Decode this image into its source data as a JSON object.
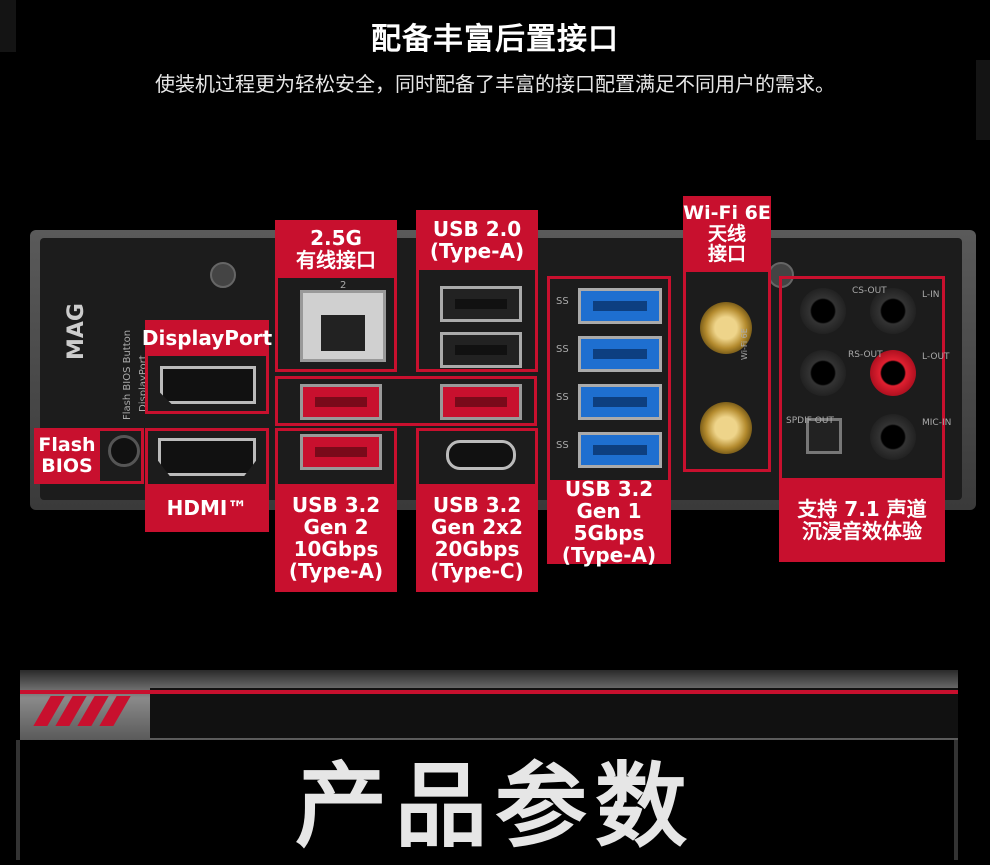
{
  "header": {
    "title": "配备丰富后置接口",
    "subtitle": "使装机过程更为轻松安全，同时配备了丰富的接口配置满足不同用户的需求。"
  },
  "brand": {
    "logo_text": "MAG",
    "flash_bios_button_text": "Flash BIOS Button",
    "displayport_tiny": "DisplayPort"
  },
  "labels": {
    "displayport": "DisplayPort",
    "flash_bios": [
      "Flash",
      "BIOS"
    ],
    "hdmi": "HDMI™",
    "lan": [
      "2.5G",
      "有线接口"
    ],
    "usb20": [
      "USB 2.0",
      "(Type-A)"
    ],
    "wifi": [
      "Wi-Fi 6E",
      "天线",
      "接口"
    ],
    "usb32_gen2": [
      "USB 3.2",
      "Gen 2",
      "10Gbps",
      "(Type-A)"
    ],
    "usb32_gen2x2": [
      "USB 3.2",
      "Gen 2x2",
      "20Gbps",
      "(Type-C)"
    ],
    "usb32_gen1": [
      "USB 3.2",
      "Gen 1 5Gbps",
      "(Type-A)"
    ],
    "audio": [
      "支持 7.1 声道",
      "沉浸音效体验"
    ]
  },
  "port_marks": {
    "lan_number": "2",
    "wifi_tiny": "Wi-Fi 6E",
    "audio_tiny": [
      "CS-OUT",
      "L-IN",
      "RS-OUT",
      "L-OUT",
      "SPDIF OUT",
      "MIC-IN"
    ],
    "ss": "SS"
  },
  "footer": {
    "title": "产品参数"
  },
  "colors": {
    "accent": "#c8102e",
    "usb_blue": "#1e6fd0",
    "background": "#000000"
  }
}
